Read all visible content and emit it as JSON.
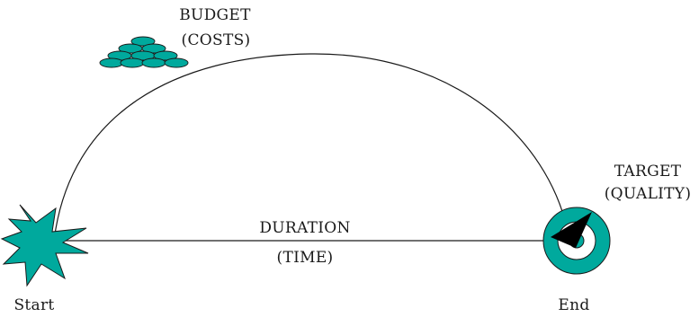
{
  "diagram": {
    "budget": {
      "line1": "BUDGET",
      "line2": "(COSTS)",
      "icon": "coin-stack-icon"
    },
    "target": {
      "line1": "TARGET",
      "line2": "(QUALITY)",
      "icon": "target-bullseye-icon"
    },
    "duration": {
      "line1": "DURATION",
      "line2": "(TIME)"
    },
    "start_label": "Start",
    "end_label": "End",
    "start_icon": "starburst-icon",
    "colors": {
      "teal": "#00a99d",
      "line": "#1a1a1a",
      "arrow": "#000000"
    }
  }
}
